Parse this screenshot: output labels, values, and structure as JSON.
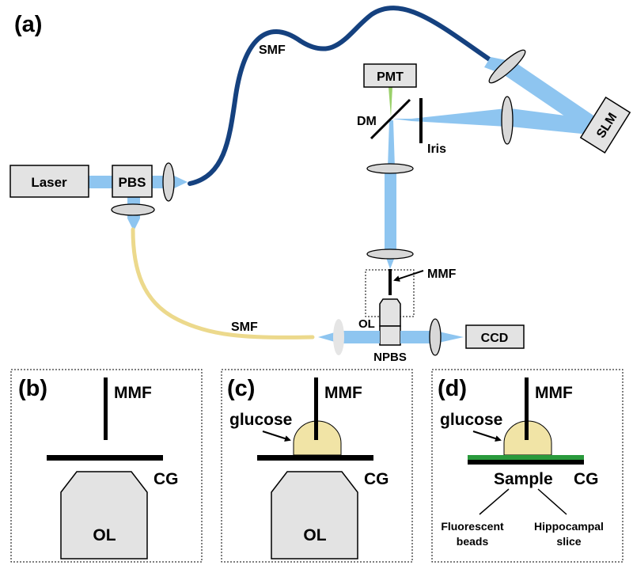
{
  "colors": {
    "beam": "#8ec5f0",
    "smf_blue": "#15417f",
    "smf_yellow": "#ecd98c",
    "fluorescence": "#9ad06a",
    "component_fill": "#e3e3e3",
    "sample_green": "#2a9a3c",
    "glucose": "#f1e4a6"
  },
  "panel_a": {
    "label": "(a)",
    "laser": "Laser",
    "pbs": "PBS",
    "smf_top": "SMF",
    "smf_bottom": "SMF",
    "pmt": "PMT",
    "dm": "DM",
    "iris": "Iris",
    "slm": "SLM",
    "mmf": "MMF",
    "ol": "OL",
    "npbs": "NPBS",
    "ccd": "CCD"
  },
  "panel_b": {
    "label": "(b)",
    "mmf": "MMF",
    "cg": "CG",
    "ol": "OL"
  },
  "panel_c": {
    "label": "(c)",
    "mmf": "MMF",
    "glucose": "glucose",
    "cg": "CG",
    "ol": "OL"
  },
  "panel_d": {
    "label": "(d)",
    "mmf": "MMF",
    "glucose": "glucose",
    "sample": "Sample",
    "cg": "CG",
    "fluorescent_line1": "Fluorescent",
    "fluorescent_line2": "beads",
    "hippocampal_line1": "Hippocampal",
    "hippocampal_line2": "slice"
  }
}
